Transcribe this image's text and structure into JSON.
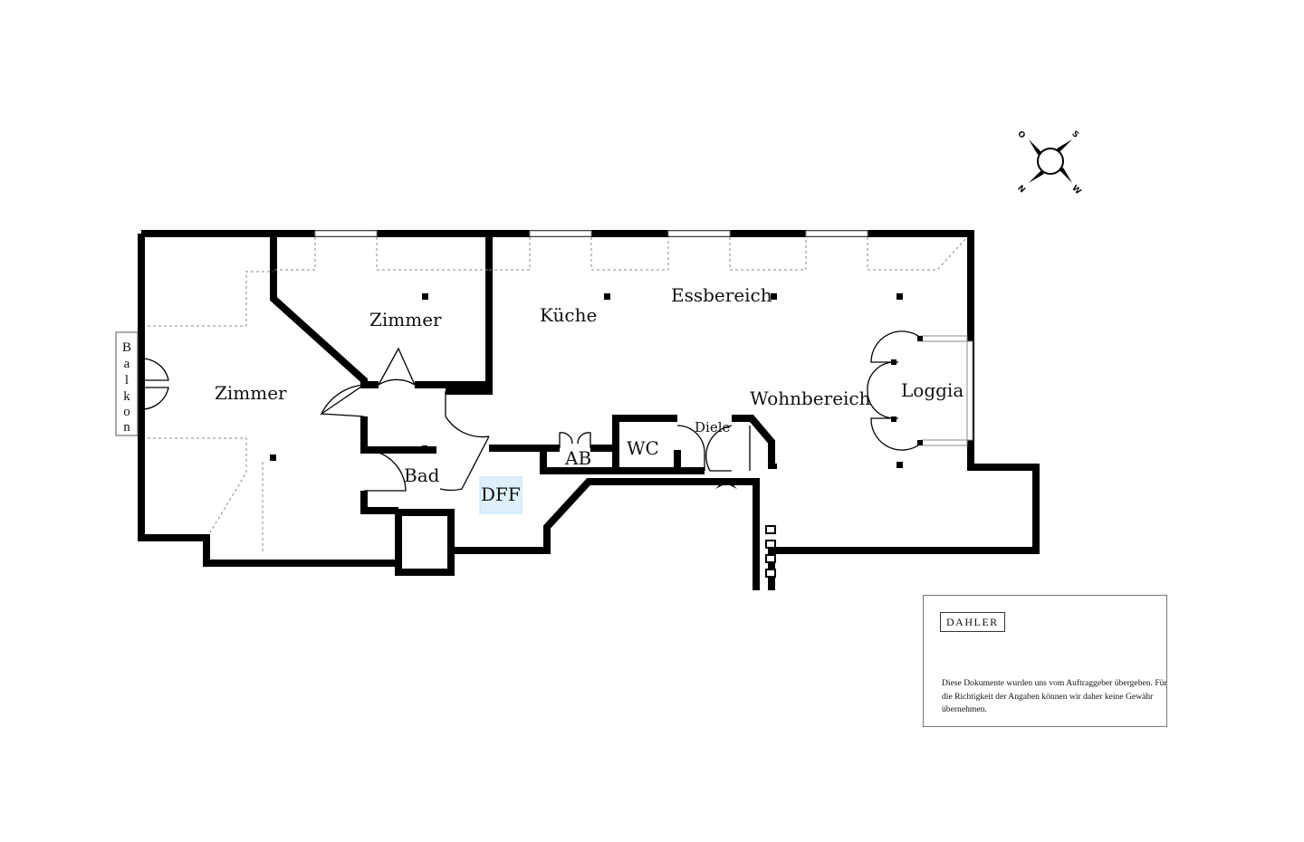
{
  "rooms": {
    "zimmer_left": "Zimmer",
    "zimmer_top": "Zimmer",
    "kueche": "Küche",
    "essbereich": "Essbereich",
    "wohnbereich": "Wohnbereich",
    "loggia": "Loggia",
    "bad": "Bad",
    "dff": "DFF",
    "ab": "AB",
    "wc": "WC",
    "diele": "Diele"
  },
  "balkon_letters": [
    "B",
    "a",
    "l",
    "k",
    "o",
    "n"
  ],
  "compass": {
    "north": "N",
    "south": "S",
    "east": "O",
    "west": "W"
  },
  "logo": "DAHLER",
  "disclaimer": "Diese Dokumente wurden uns vom Auftraggeber übergeben. Für die Richtigkeit der Angaben können wir daher keine Gewähr übernehmen.",
  "colors": {
    "wall": "#000000",
    "dff_highlight": "#dff0fb"
  }
}
